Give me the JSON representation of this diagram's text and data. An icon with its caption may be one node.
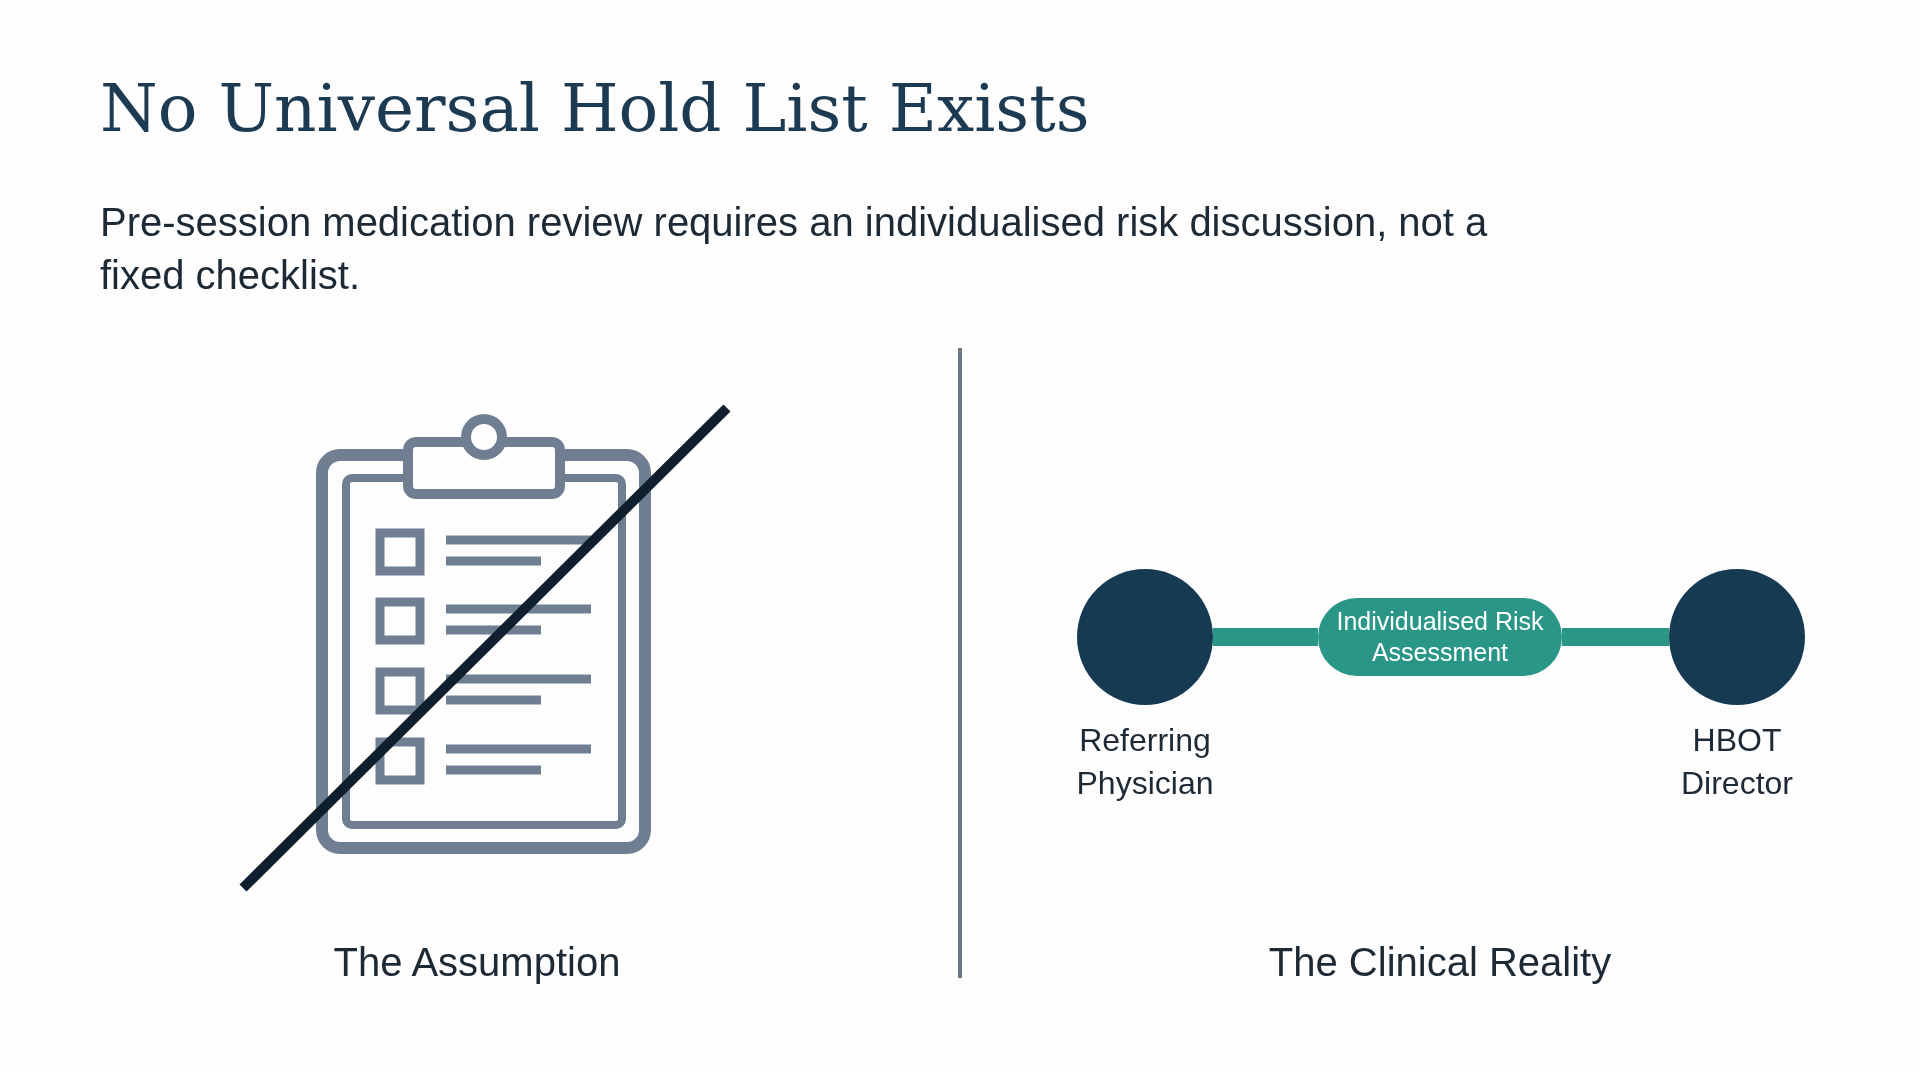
{
  "diagram": {
    "title": "No Universal Hold List Exists",
    "nodes": [
      {
        "text": [],
        "shape": "circle",
        "beside": [
          "Referring Physician"
        ]
      },
      {
        "text": [
          "Individualised Risk Assessment"
        ]
      },
      {
        "text": [],
        "shape": "circle",
        "beside": [
          "HBOT Director"
        ]
      }
    ],
    "edges": [
      {
        "from": 0,
        "to": 1,
        "arrow": "none"
      },
      {
        "from": 1,
        "to": 2,
        "arrow": "none"
      }
    ],
    "labels": [
      "Pre-session medication review requires an individualised risk discussion, not a fixed checklist.",
      "The Assumption",
      "The Clinical Reality"
    ]
  }
}
